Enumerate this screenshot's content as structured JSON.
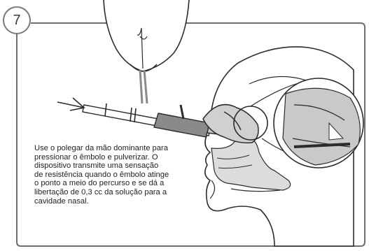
{
  "step": {
    "number": "7"
  },
  "instruction": {
    "lines": [
      "Use o polegar da mão dominante para",
      "pressionar o êmbolo e pulverizar. O",
      "dispositivo transmite uma sensação",
      "de resistência quando o êmbolo atinge",
      "o ponto a meio do percurso e se dá a",
      "libertação de 0,3 cc da solução para a",
      "cavidade nasal."
    ]
  },
  "colors": {
    "line": "#2b2b2b",
    "frame": "#6f6f6f",
    "shade": "#c9c9c9",
    "dark_shade": "#8a8a8a"
  }
}
